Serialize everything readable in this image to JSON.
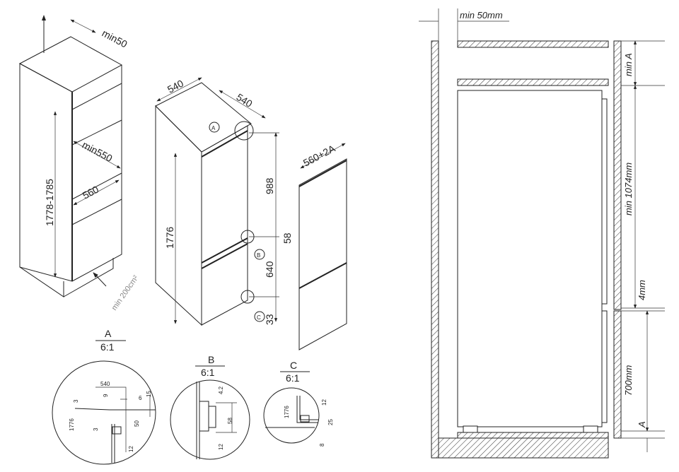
{
  "cabinet": {
    "top_clearance": "min50",
    "depth": "min550",
    "width": "560",
    "height": "1778-1785",
    "vent": "min 200cm²"
  },
  "appliance": {
    "width": "540",
    "depth": "540",
    "height": "1776",
    "upper_door": "988",
    "gap": "58",
    "lower_door": "640",
    "bottom": "33",
    "callouts": [
      "A",
      "B",
      "C"
    ]
  },
  "door_panel": {
    "width": "560+2A"
  },
  "details": [
    {
      "label": "A",
      "scale": "6:1",
      "dims": [
        "540",
        "9",
        "6",
        "15",
        "3",
        "1776",
        "3",
        "50",
        "12"
      ]
    },
    {
      "label": "B",
      "scale": "6:1",
      "dims": [
        "4.2",
        "58",
        "12"
      ]
    },
    {
      "label": "C",
      "scale": "6:1",
      "dims": [
        "1776",
        "12",
        "25",
        "8"
      ]
    }
  ],
  "section": {
    "top_gap": "min 50mm",
    "min_a": "min A",
    "upper": "min 1074mm",
    "gap": "4mm",
    "lower": "700mm",
    "a": "A"
  }
}
